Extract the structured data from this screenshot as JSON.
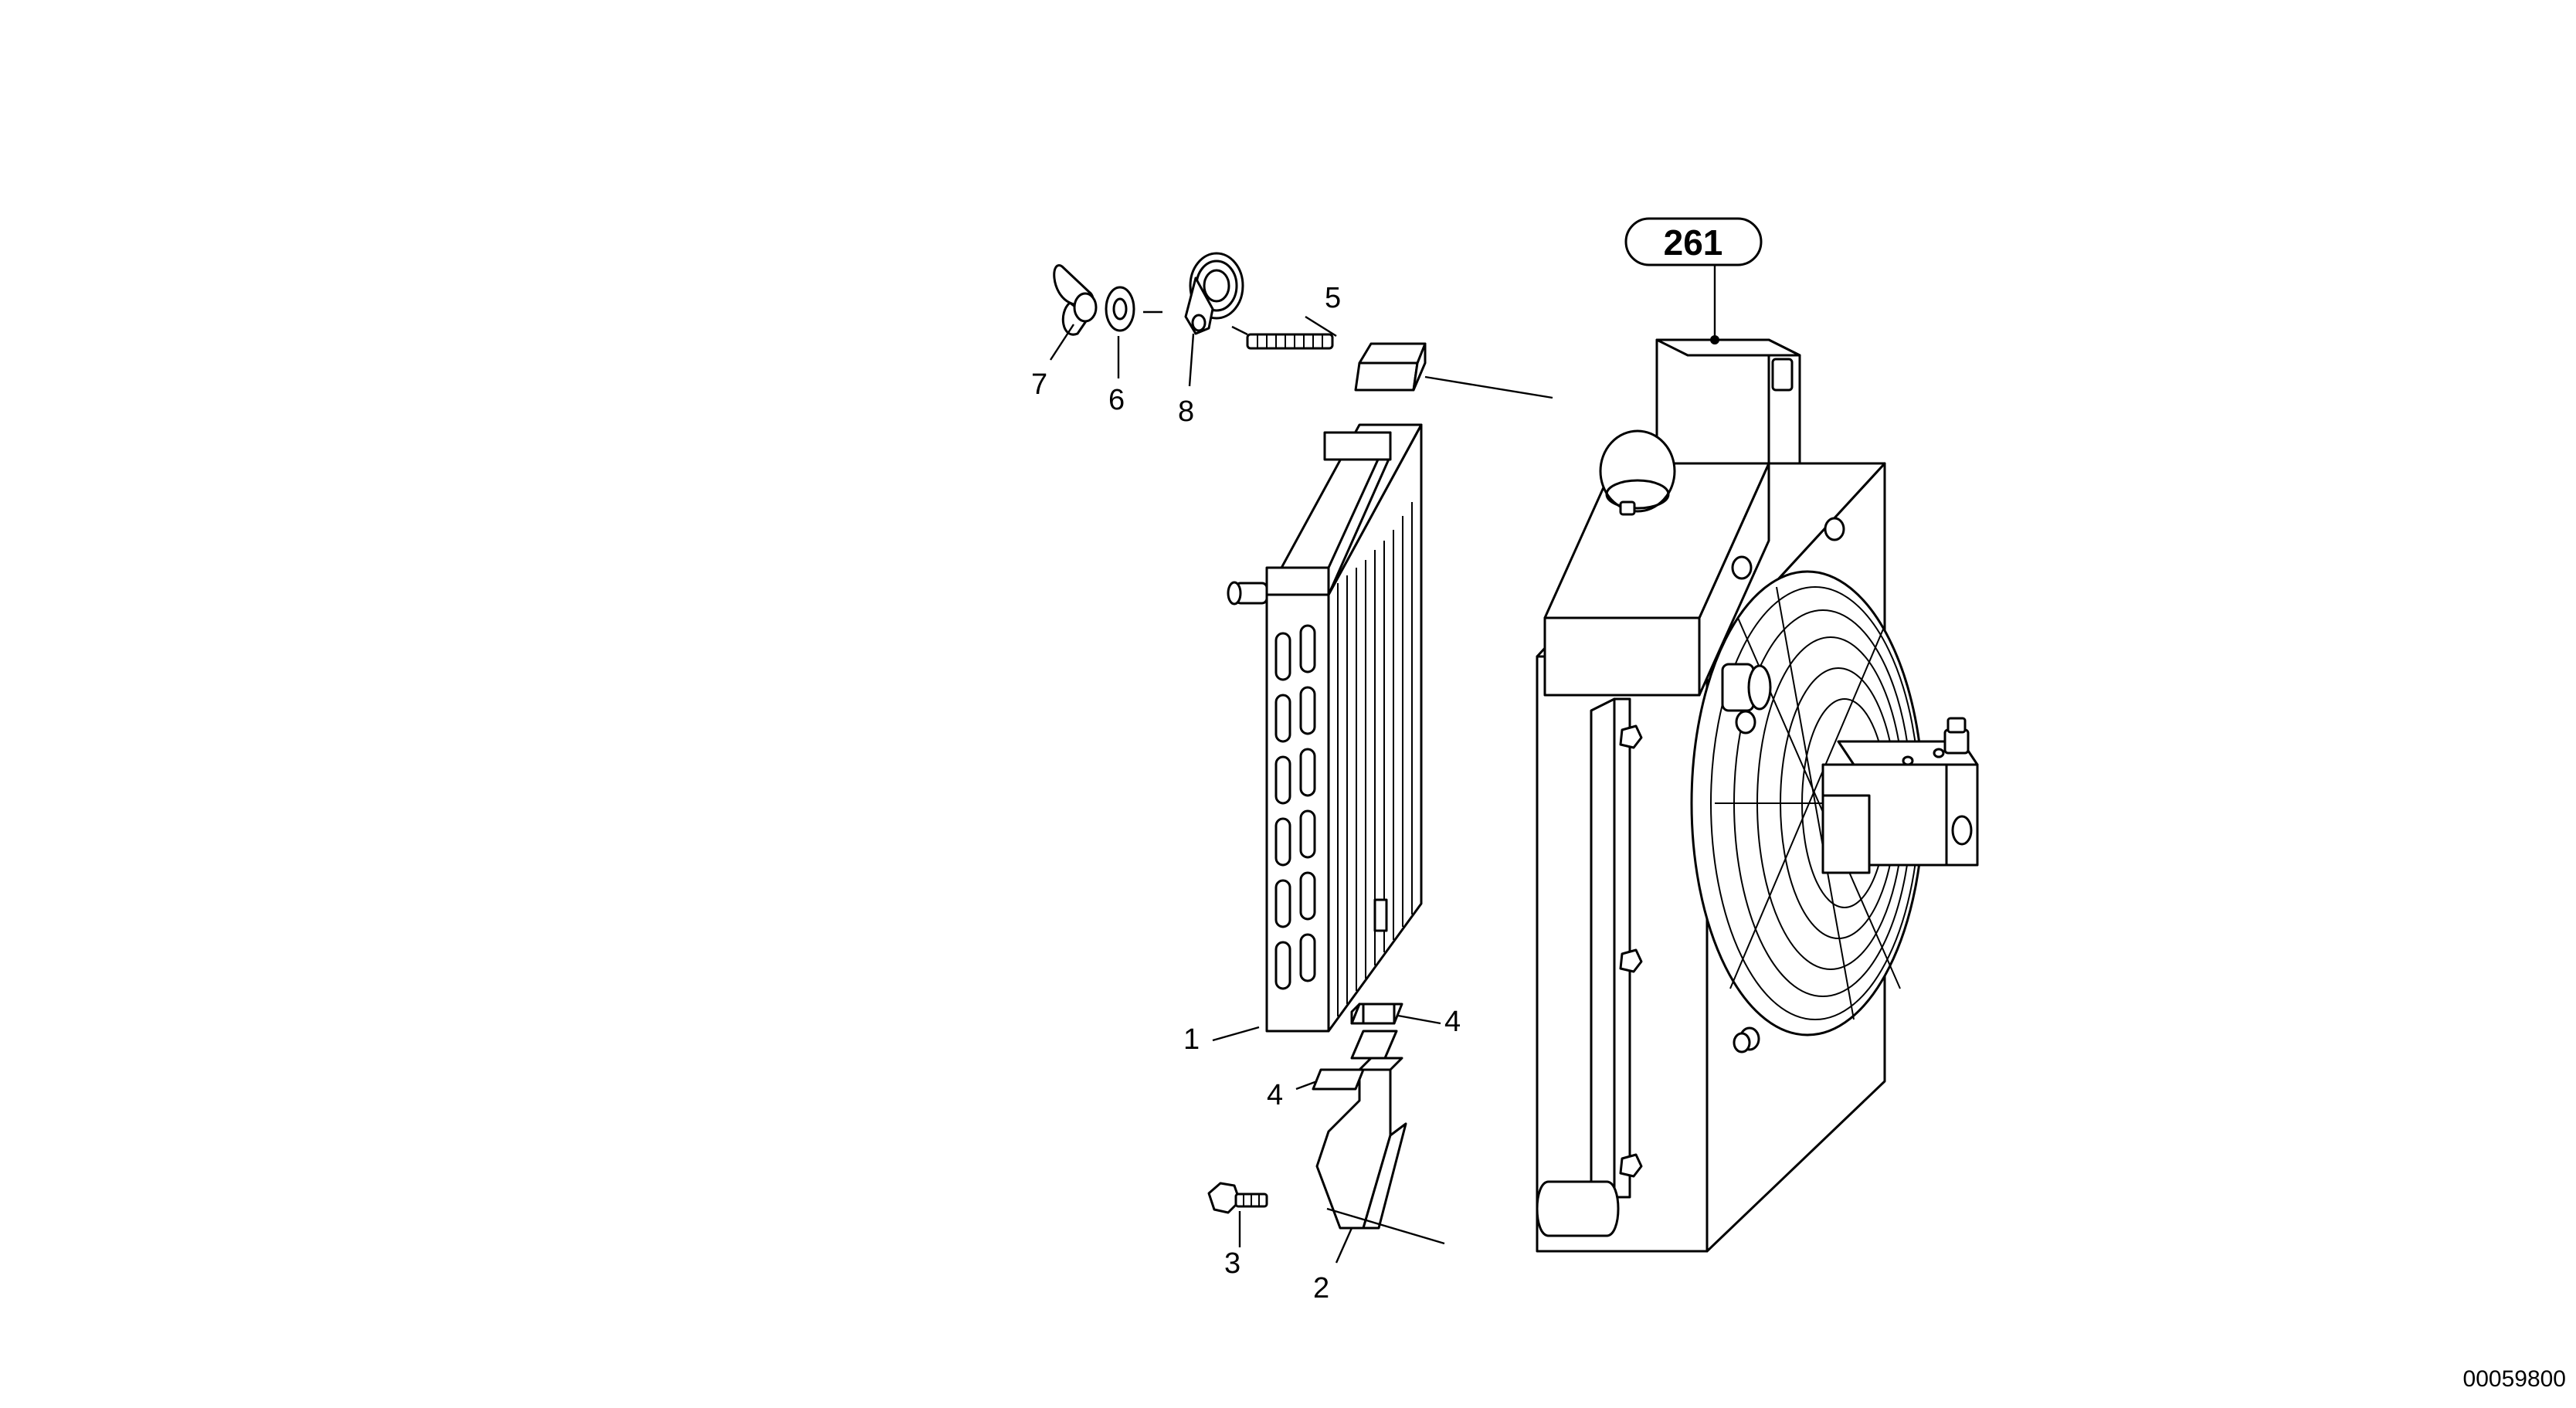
{
  "assembly_ref": "261",
  "doc_number": "00059800",
  "callouts": [
    {
      "id": "1",
      "label": "1"
    },
    {
      "id": "2",
      "label": "2"
    },
    {
      "id": "3",
      "label": "3"
    },
    {
      "id": "4a",
      "label": "4"
    },
    {
      "id": "4b",
      "label": "4"
    },
    {
      "id": "5",
      "label": "5"
    },
    {
      "id": "6",
      "label": "6"
    },
    {
      "id": "7",
      "label": "7"
    },
    {
      "id": "8",
      "label": "8"
    }
  ]
}
